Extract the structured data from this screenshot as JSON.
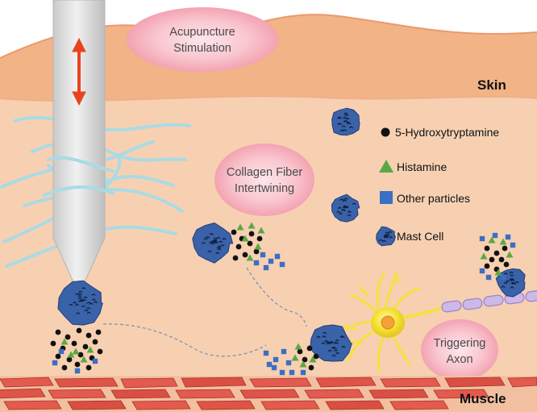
{
  "layers": {
    "skin": "Skin",
    "muscle": "Muscle"
  },
  "bubbles": {
    "acupuncture": [
      "Acupuncture",
      "Stimulation"
    ],
    "collagen": [
      "Collagen Fiber",
      "Intertwining"
    ],
    "axon": [
      "Triggering",
      "Axon"
    ]
  },
  "legend": {
    "serotonin": "5-Hydroxytryptamine",
    "histamine": "Histamine",
    "other": "Other particles",
    "mast_cell": "Mast Cell"
  },
  "colors": {
    "skin_top": "#f3b48a",
    "tissue": "#f7d2b5",
    "fiber": "#a8dbe6",
    "mast_cell": "#3a62a8",
    "histamine": "#5aa845",
    "other_particle": "#3a6fc4",
    "serotonin": "#111111",
    "arrow": "#e8431f",
    "neuron": "#f7e23a",
    "axon": "#c9b7e6"
  },
  "icons": {
    "needle": "acupuncture-needle-icon",
    "arrow": "double-arrow-icon",
    "mast_cell": "mast-cell-icon",
    "neuron": "neuron-icon"
  }
}
